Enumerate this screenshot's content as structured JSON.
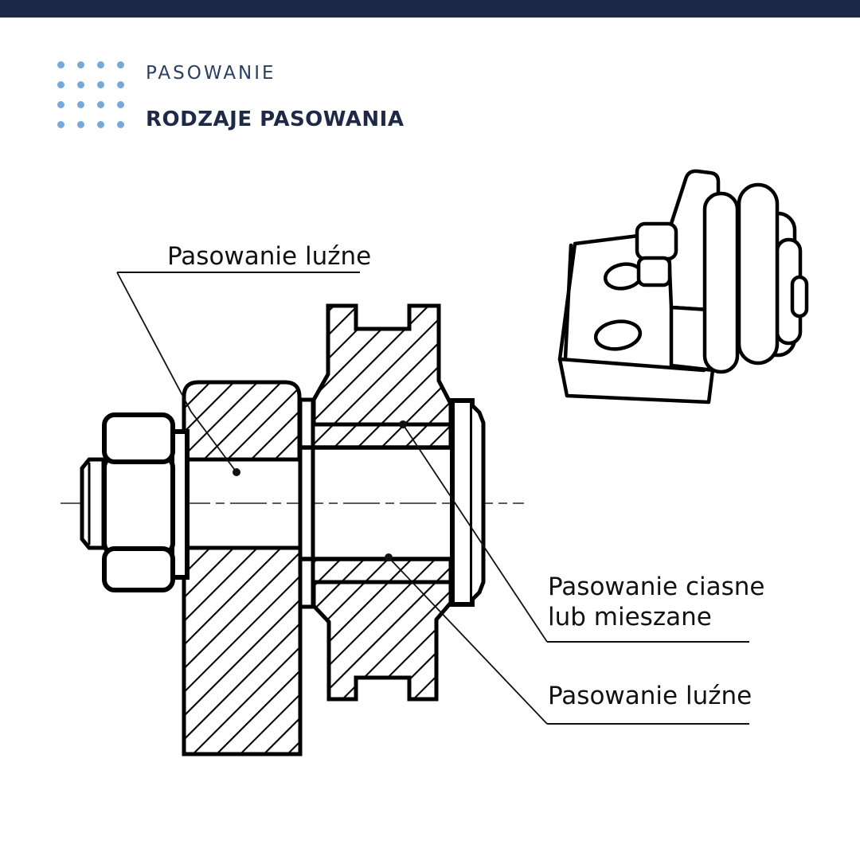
{
  "titles": {
    "category": "PASOWANIE",
    "heading": "RODZAJE PASOWANIA"
  },
  "drawing_labels": {
    "loose_fit_top": "Pasowanie luźne",
    "tight_fit_line1": "Pasowanie ciasne",
    "tight_fit_line2": "lub mieszane",
    "loose_fit_bottom": "Pasowanie luźne"
  },
  "colors": {
    "header_bar": "#1e2948",
    "accent_dots": "#76a9da",
    "category_text": "#2b3f63",
    "heading_text": "#1e2948",
    "drawing_lines": "#000000",
    "label_text": "#111111",
    "background": "#ffffff"
  }
}
